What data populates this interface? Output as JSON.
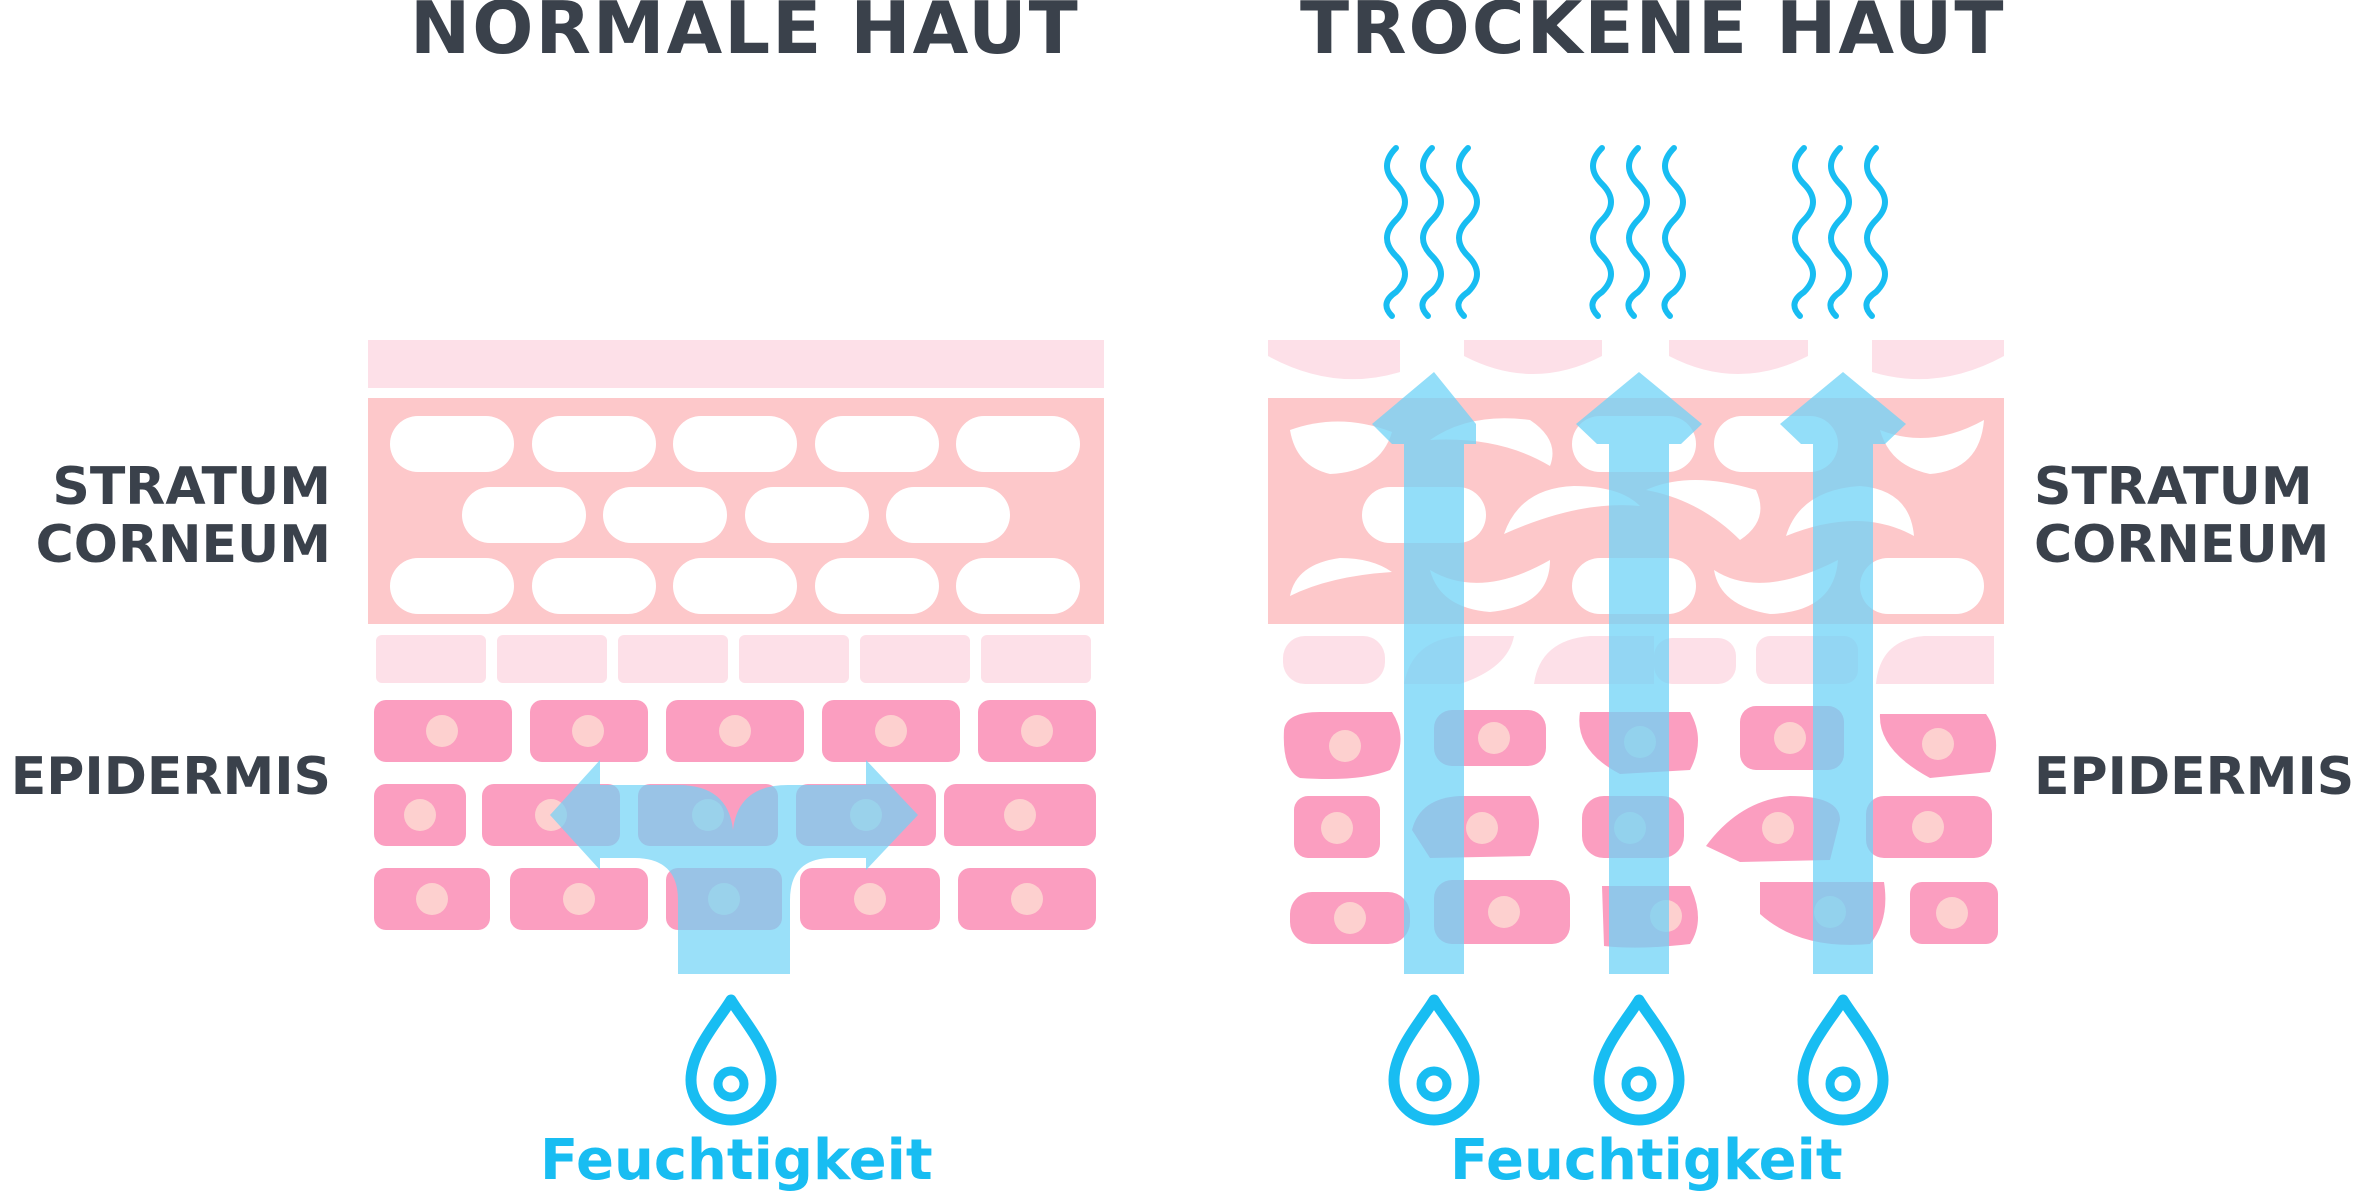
{
  "panels": {
    "normal": {
      "title": "NORMALE HAUT",
      "label_stratum_line1": "STRATUM",
      "label_stratum_line2": "CORNEUM",
      "label_epidermis": "EPIDERMIS",
      "moisture_label": "Feuchtigkeit"
    },
    "dry": {
      "title": "TROCKENE HAUT",
      "label_stratum_line1": "STRATUM",
      "label_stratum_line2": "CORNEUM",
      "label_epidermis": "EPIDERMIS",
      "moisture_label": "Feuchtigkeit"
    }
  },
  "colors": {
    "text_dark": "#3a414b",
    "moisture_blue": "#18bdf2",
    "arrow_blue": "#6fd3f7",
    "corneum_pink": "#fdc8ca",
    "top_layer_pink": "#fde0e8",
    "cell_pink": "#fb9ec0",
    "nucleus": "#fdd0cf"
  },
  "icons": [
    "water-drop-icon",
    "evaporation-wave-icon",
    "upward-arrow-icon",
    "split-arrow-icon"
  ]
}
